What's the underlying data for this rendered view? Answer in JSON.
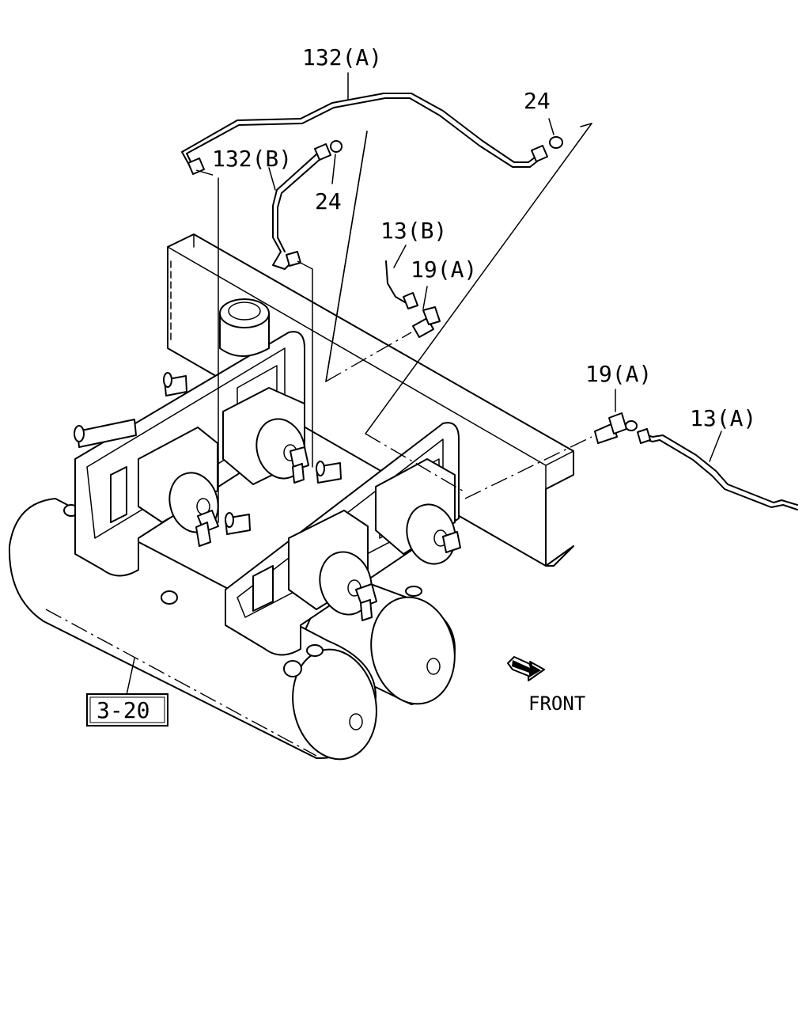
{
  "labels": {
    "pipe_132a": "132(A)",
    "pipe_132b": "132(B)",
    "nut_24_top": "24",
    "nut_24_mid": "24",
    "pipe_13b": "13(B)",
    "connector_19a_upper": "19(A)",
    "connector_19a_right": "19(A)",
    "pipe_13a": "13(A)",
    "ref_box": "3-20",
    "front": "FRONT"
  }
}
